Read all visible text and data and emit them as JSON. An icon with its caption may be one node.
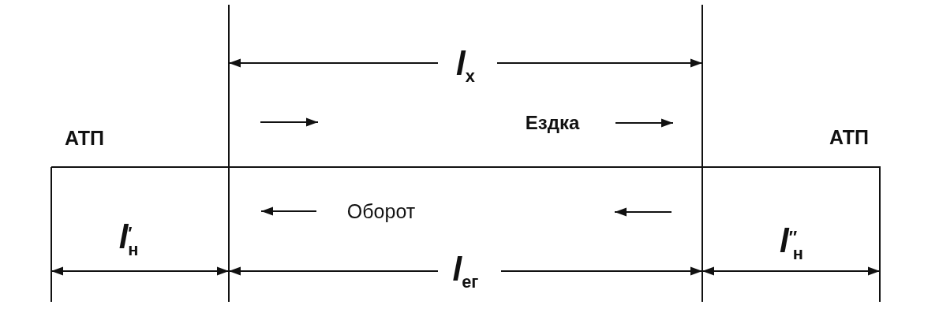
{
  "diagram": {
    "labels": [
      "*l*$_{х}$",
      "АТП",
      "Ездка",
      "АТП",
      "Оборот",
      "*l*$^{′}$$_{н}$",
      "*l*$_{ег}$",
      "*l*$^{″}$$_{н}$"
    ]
  }
}
